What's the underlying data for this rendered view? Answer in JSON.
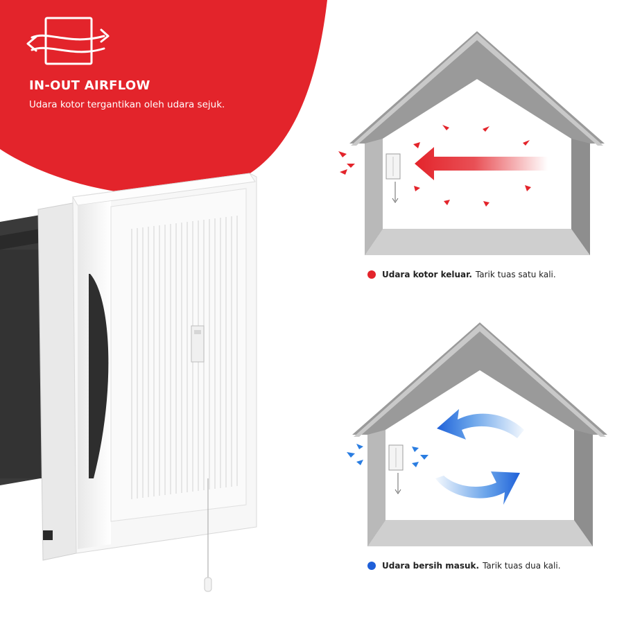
{
  "feature": {
    "title": "IN-OUT AIRFLOW",
    "subtitle": "Udara kotor tergantikan oleh udara sejuk."
  },
  "modes": [
    {
      "bold_text": "Udara kotor keluar.",
      "rest_text": "Tarik tuas satu kali.",
      "dot_color": "#e3242b"
    },
    {
      "bold_text": "Udara bersih masuk.",
      "rest_text": "Tarik tuas dua kali.",
      "dot_color": "#1e5fd8"
    }
  ],
  "colors": {
    "brand_red": "#e3242b",
    "house_gray": "#9a9a9a",
    "air_blue": "#1e5fd8"
  },
  "icons": [
    "airflow-icon",
    "exhaust-fan",
    "house-diagram",
    "red-arrow",
    "blue-arrow"
  ]
}
